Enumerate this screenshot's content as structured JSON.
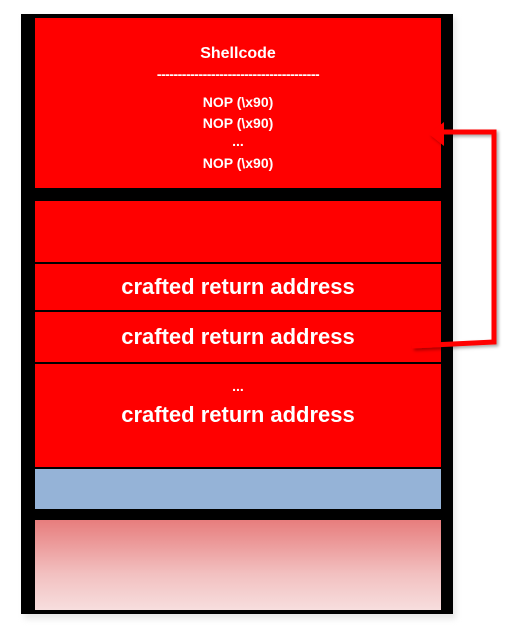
{
  "diagram": {
    "shellcode_block": {
      "title": "Shellcode",
      "separator": "---------------------------------------",
      "nop_lines": [
        "NOP (\\x90)",
        "NOP (\\x90)",
        "...",
        "NOP (\\x90)"
      ]
    },
    "return_addresses": {
      "row1": "crafted return address",
      "row2": "crafted return address",
      "row3_ellipsis": "...",
      "row3": "crafted return address"
    },
    "colors": {
      "payload_fill": "#ff0000",
      "frame": "#000000",
      "saved_slot": "#95b3d7",
      "arrow": "#ff0000"
    }
  }
}
